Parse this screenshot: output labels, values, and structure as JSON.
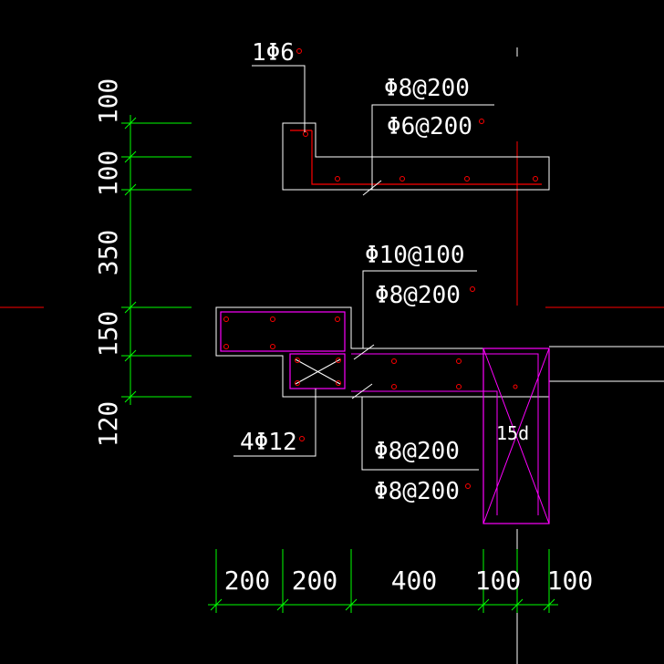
{
  "colors": {
    "background": "#000000",
    "outline": "#ffffff",
    "rebar": "#ff0000",
    "dimension": "#00ff00",
    "beam": "#ff00ff",
    "text": "#ffffff"
  },
  "rebar_labels": {
    "top_stirrup": "1Φ6",
    "top_upper": "Φ8@200",
    "top_lower": "Φ6@200",
    "mid_upper": "Φ10@100",
    "mid_lower": "Φ8@200",
    "beam_bars": "4Φ12",
    "bot_upper": "Φ8@200",
    "bot_lower": "Φ8@200",
    "anchorage": "15d"
  },
  "dimensions": {
    "vertical": [
      "100",
      "100",
      "350",
      "150",
      "120"
    ],
    "horizontal": [
      "200",
      "200",
      "400",
      "100",
      "100"
    ]
  }
}
